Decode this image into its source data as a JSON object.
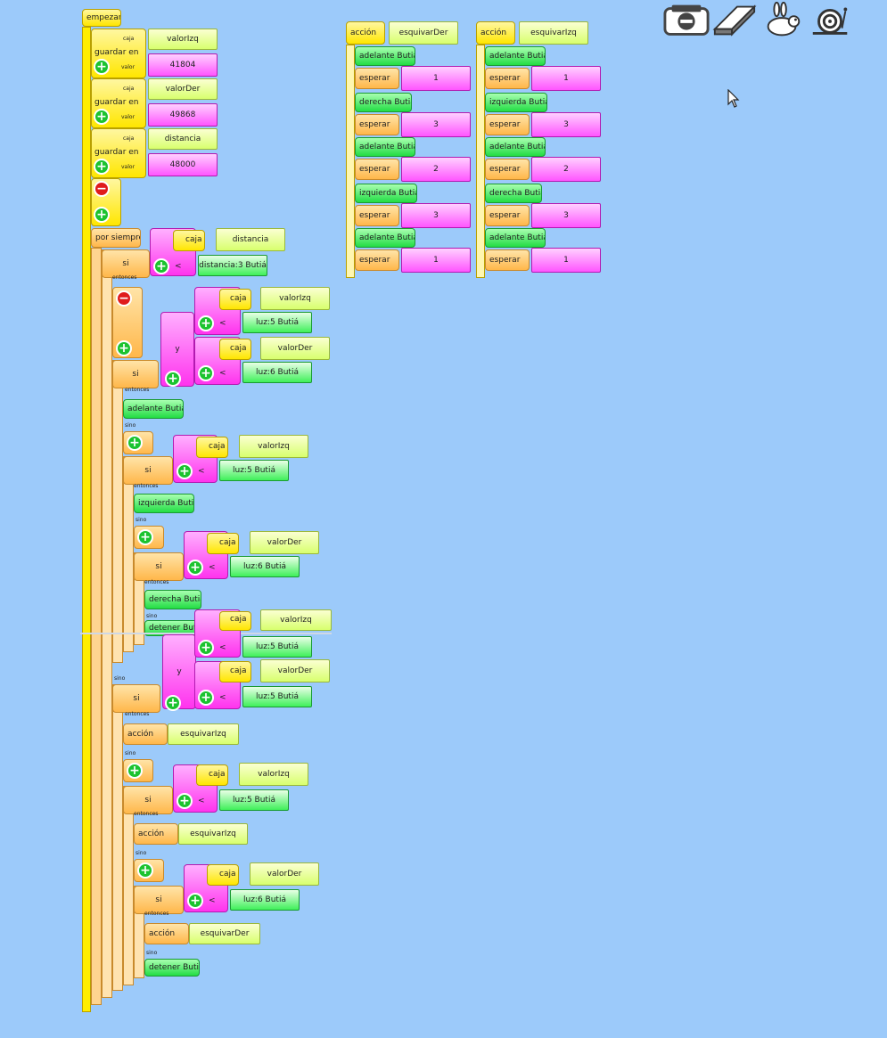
{
  "toolbar": {
    "icons": [
      "hide-blocks-icon",
      "eraser-icon",
      "rabbit-icon",
      "snail-icon"
    ]
  },
  "main_stack": {
    "start_label": "empezar",
    "store_label": "guardar en",
    "box_label": "caja",
    "value_label": "valor",
    "vars": [
      {
        "name": "valorIzq",
        "value": "41804"
      },
      {
        "name": "valorDer",
        "value": "49868"
      },
      {
        "name": "distancia",
        "value": "48000"
      }
    ],
    "forever_label": "por siempre",
    "if_label": "si",
    "then_label": "entonces",
    "else_label": "sino",
    "and_label": "y",
    "lt_label": "<",
    "action_label": "acción",
    "sensor_distance": "distancia:3 Butiá",
    "sensor_light5": "luz:5 Butiá",
    "sensor_light6": "luz:6 Butiá",
    "forward": "adelante Butiá",
    "left": "izquierda Butiá",
    "right": "derecha Butiá",
    "stop": "detener Butiá",
    "dodge_left": "esquivarIzq",
    "dodge_right": "esquivarDer"
  },
  "action_der": {
    "title": "acción",
    "name": "esquivarDer",
    "wait_label": "esperar",
    "steps": [
      {
        "cmd": "adelante Butiá",
        "wait": "1"
      },
      {
        "cmd": "derecha Butiá",
        "wait": "3"
      },
      {
        "cmd": "adelante Butiá",
        "wait": "2"
      },
      {
        "cmd": "izquierda Butiá",
        "wait": "3"
      },
      {
        "cmd": "adelante Butiá",
        "wait": "1"
      }
    ]
  },
  "action_izq": {
    "title": "acción",
    "name": "esquivarIzq",
    "wait_label": "esperar",
    "steps": [
      {
        "cmd": "adelante Butiá",
        "wait": "1"
      },
      {
        "cmd": "izquierda Butiá",
        "wait": "3"
      },
      {
        "cmd": "adelante Butiá",
        "wait": "2"
      },
      {
        "cmd": "derecha Butiá",
        "wait": "3"
      },
      {
        "cmd": "adelante Butiá",
        "wait": "1"
      }
    ]
  }
}
